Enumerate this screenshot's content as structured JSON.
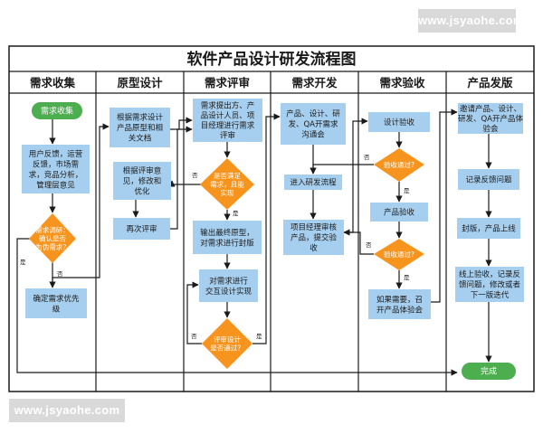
{
  "watermark": "www.jsyaohe.com",
  "title": "软件产品设计研发流程图",
  "lanes": [
    "需求收集",
    "原型设计",
    "需求评审",
    "需求开发",
    "需求验收",
    "产品发版"
  ],
  "nodes": {
    "start": "需求收集",
    "feedback": [
      "用户反馈，运营",
      "反馈，市场需",
      "求，竞品分析，",
      "管理层意见"
    ],
    "survey": [
      "需求调研：",
      "确认是否",
      "为伪需求？"
    ],
    "priority": [
      "确定需求优先",
      "级"
    ],
    "proto_doc": [
      "根据需求设计",
      "产品原型和相",
      "关文档"
    ],
    "modify": [
      "根据评审意",
      "见，修改和",
      "优化"
    ],
    "rereview": "再次评审",
    "review_meet": [
      "需求提出方、产",
      "品设计人员、项",
      "目经理进行需求",
      "评审"
    ],
    "review_pass": [
      "是否满足",
      "需求，且能",
      "实现"
    ],
    "final_proto": [
      "输出最终原型，",
      "对需求进行封版"
    ],
    "ui_design": [
      "对需求进行",
      "交互设计实现"
    ],
    "ui_pass": [
      "评审设计",
      "是否通过？"
    ],
    "dev_meet": [
      "产品、设计、研",
      "发、QA开需求",
      "沟通会"
    ],
    "dev_flow": "进入研发流程",
    "pm_check": [
      "项目经理审核",
      "产品，提交验",
      "收"
    ],
    "design_check": "设计验收",
    "check_pass1": "验收通过?",
    "prod_check": "产品验收",
    "check_pass2": "验收通过?",
    "meeting": [
      "如果需要，召",
      "开产品体验会"
    ],
    "invite": [
      "邀请产品、设计、",
      "研发、QA开产品体",
      "验会"
    ],
    "record": "记录反馈问题",
    "release": "封版，产品上线",
    "online": [
      "线上验收，记录反",
      "馈问题，修改或者",
      "下一版迭代"
    ],
    "done": "完成"
  },
  "edge_labels": {
    "yes": "是",
    "no": "否"
  },
  "colors": {
    "process": "#a6cfef",
    "decision": "#f7941d",
    "terminal": "#4cae4f",
    "line": "#1a1a1a",
    "text": "#1a1a1a",
    "white": "#ffffff"
  }
}
